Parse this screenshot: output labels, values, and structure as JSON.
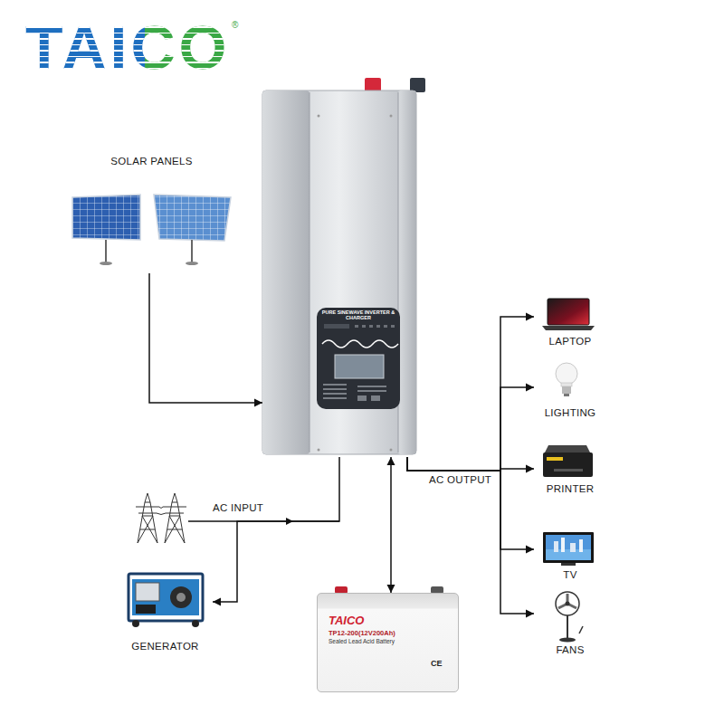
{
  "diagram": {
    "title": "TAICO",
    "nodes": [
      {
        "text": [
          "SOLAR PANELS"
        ]
      },
      {
        "text": [
          "PURE SINEWAVE INVERTER & CHARGER"
        ]
      },
      {
        "text": [
          "GENERATOR"
        ]
      },
      {
        "text": [
          "TAICO",
          "TP12-200(12V200Ah)",
          "Sealed Lead Acid Battery"
        ]
      },
      {
        "text": [
          "LAPTOP"
        ]
      },
      {
        "text": [
          "LIGHTING"
        ]
      },
      {
        "text": [
          "PRINTER"
        ]
      },
      {
        "text": [
          "TV"
        ]
      },
      {
        "text": [
          "FANS"
        ]
      }
    ],
    "edges": [
      {
        "from": 0,
        "to": 1,
        "arrow": "to"
      },
      {
        "from": 1,
        "to": 2,
        "arrow": "to"
      },
      {
        "from": 1,
        "to": 3,
        "arrow": "both"
      },
      {
        "from": 1,
        "to": 4,
        "arrow": "to"
      },
      {
        "from": 1,
        "to": 5,
        "arrow": "to"
      },
      {
        "from": 1,
        "to": 6,
        "arrow": "to"
      },
      {
        "from": 1,
        "to": 7,
        "arrow": "to"
      },
      {
        "from": 1,
        "to": 8,
        "arrow": "to"
      }
    ],
    "labels": [
      "®",
      "AC INPUT",
      "AC OUTPUT",
      "CE"
    ]
  }
}
